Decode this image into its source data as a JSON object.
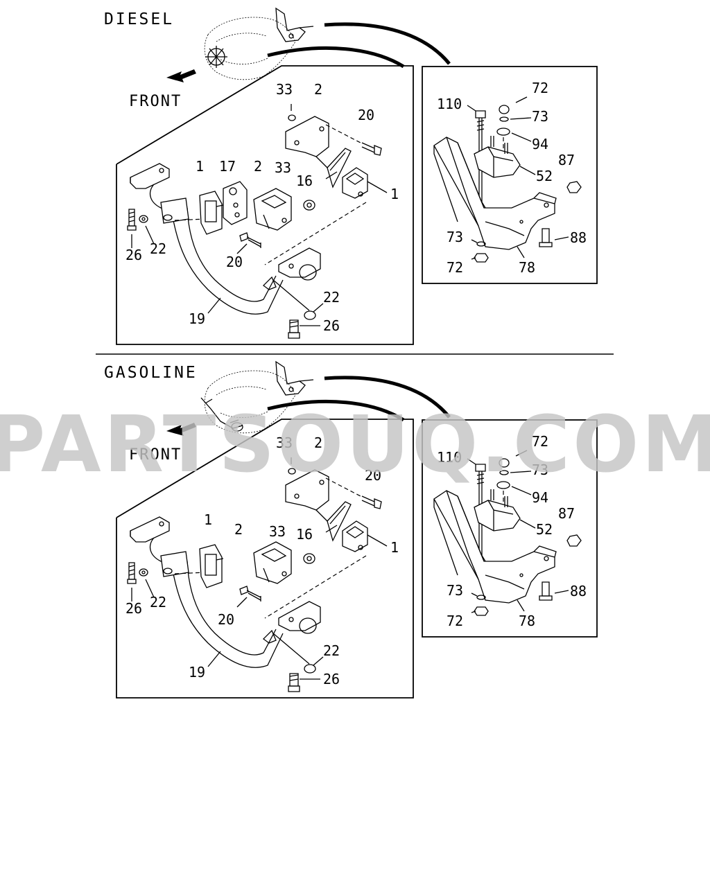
{
  "sections": [
    {
      "title": "DIESEL",
      "front_label": "FRONT",
      "main_labels": {
        "l33": "33",
        "l2a": "2",
        "l20a": "20",
        "l1a": "1",
        "l17": "17",
        "l2b": "2",
        "l33b": "33",
        "l16": "16",
        "l1b": "1",
        "l26a": "26",
        "l22a": "22",
        "l20b": "20",
        "l22b": "22",
        "l19": "19",
        "l26b": "26"
      },
      "detail_labels": {
        "l110": "110",
        "l72a": "72",
        "l73a": "73",
        "l94": "94",
        "l52": "52",
        "l87": "87",
        "l73b": "73",
        "l88": "88",
        "l72b": "72",
        "l78": "78"
      }
    },
    {
      "title": "GASOLINE",
      "front_label": "FRONT",
      "main_labels": {
        "l33": "33",
        "l2a": "2",
        "l20a": "20",
        "l1a": "1",
        "l2b": "2",
        "l33b": "33",
        "l16": "16",
        "l1b": "1",
        "l26a": "26",
        "l22a": "22",
        "l20b": "20",
        "l22b": "22",
        "l19": "19",
        "l26b": "26"
      },
      "detail_labels": {
        "l110": "110",
        "l72a": "72",
        "l73a": "73",
        "l94": "94",
        "l52": "52",
        "l87": "87",
        "l73b": "73",
        "l88": "88",
        "l72b": "72",
        "l78": "78"
      }
    }
  ],
  "watermark": "PARTSOUQ.COM"
}
